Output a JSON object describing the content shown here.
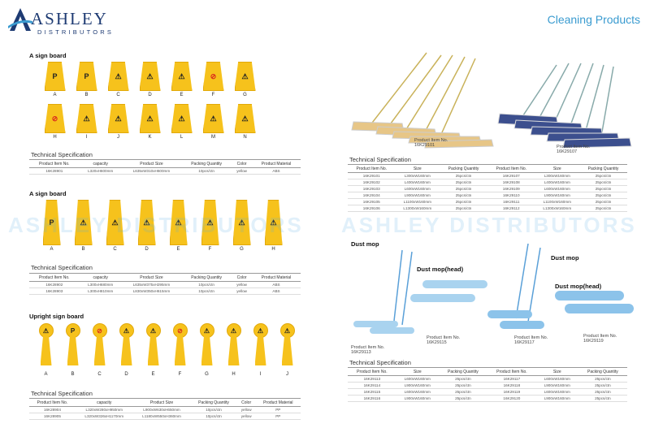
{
  "header": {
    "brand": "ASHLEY",
    "brand_sub": "DISTRIBUTORS",
    "category": "Cleaning Products",
    "watermark": "ASHLEY DISTRIBUTORS"
  },
  "colors": {
    "accent": "#3a9bd0",
    "brand": "#1e3b73",
    "sign_yellow": "#f6c21c"
  },
  "sections": {
    "aboard1": {
      "title": "A sign board",
      "spec_title": "Technical Specification",
      "letters": [
        "A",
        "B",
        "C",
        "D",
        "E",
        "F",
        "G",
        "H",
        "I",
        "J",
        "K",
        "L",
        "M",
        "N"
      ],
      "headers": [
        "Product Item No.",
        "capacity",
        "Product Size",
        "Packing Quantity",
        "Color",
        "Product Material"
      ],
      "rows": [
        [
          "16K28901",
          "L320xH600mm",
          "L635xW310xH600mm",
          "10pcs/ctn",
          "yellow",
          "ABS"
        ]
      ]
    },
    "aboard2": {
      "title": "A sign board",
      "spec_title": "Technical Specification",
      "letters": [
        "A",
        "B",
        "C",
        "D",
        "E",
        "F",
        "G",
        "H"
      ],
      "headers": [
        "Product Item No.",
        "capacity",
        "Product Size",
        "Packing Quantity",
        "Color",
        "Product Material"
      ],
      "rows": [
        [
          "16K28902",
          "L300xH680mm",
          "L635xW375xH295mm",
          "10pcs/ctn",
          "yellow",
          "ABS"
        ],
        [
          "16K28903",
          "L300xH810mm",
          "L830xW350xH615mm",
          "10pcs/ctn",
          "yellow",
          "ABS"
        ]
      ]
    },
    "upright": {
      "title": "Upright sign board",
      "spec_title": "Technical Specification",
      "letters": [
        "A",
        "B",
        "C",
        "D",
        "E",
        "F",
        "G",
        "H",
        "I",
        "J"
      ],
      "headers": [
        "Product Item No.",
        "capacity",
        "Product Size",
        "Packing Quantity",
        "Color",
        "Product Material"
      ],
      "rows": [
        [
          "16K28904",
          "L320xW280xH950mm",
          "L900xW630xH650mm",
          "10pcs/ctn",
          "yellow",
          "PP"
        ],
        [
          "16K28905",
          "L320xW326xH1170mm",
          "L1180xW550xH360mm",
          "10pcs/ctn",
          "yellow",
          "PP"
        ]
      ]
    },
    "mops": {
      "caption_a": "Product Item No.\n16K29101",
      "caption_b": "Product Item No.\n16K29107",
      "spec_title": "Technical Specification",
      "headers": [
        "Product Item No.",
        "Size",
        "Packing Quantity"
      ],
      "rows_left": [
        [
          "16K29101",
          "L300xW160mm",
          "25pcs/ctn"
        ],
        [
          "16K29102",
          "L400xW160mm",
          "25pcs/ctn"
        ],
        [
          "16K29103",
          "L600xW160mm",
          "25pcs/ctn"
        ],
        [
          "16K29104",
          "L900xW160mm",
          "25pcs/ctn"
        ],
        [
          "16K29105",
          "L1100xW160mm",
          "25pcs/ctn"
        ],
        [
          "16K29106",
          "L1300xW160mm",
          "25pcs/ctn"
        ]
      ],
      "rows_right": [
        [
          "16K29107",
          "L300xW160mm",
          "25pcs/ctn"
        ],
        [
          "16K29108",
          "L400xW160mm",
          "25pcs/ctn"
        ],
        [
          "16K29109",
          "L600xW160mm",
          "25pcs/ctn"
        ],
        [
          "16K29110",
          "L900xW160mm",
          "25pcs/ctn"
        ],
        [
          "16K29111",
          "L1100xW160mm",
          "25pcs/ctn"
        ],
        [
          "16K29112",
          "L1300xW160mm",
          "25pcs/ctn"
        ]
      ]
    },
    "dustmop": {
      "title": "Dust mop",
      "title2": "Dust mop",
      "head_title": "Dust mop(head)",
      "head_title2": "Dust mop(head)",
      "cap1": "Product Item No.\n16K29113",
      "cap2": "Product Item No.\n16K29115",
      "cap3": "Product Item No.\n16K29117",
      "cap4": "Product Item No.\n16K29119",
      "spec_title": "Technical Specification",
      "headers": [
        "Product Item No.",
        "Size",
        "Packing Quantity"
      ],
      "rows_left": [
        [
          "16K29113",
          "L600xW160mm",
          "25pcs/ctn"
        ],
        [
          "16K29114",
          "L900xW160mm",
          "25pcs/ctn"
        ],
        [
          "16K29115",
          "L600xW160mm",
          "25pcs/ctn"
        ],
        [
          "16K29116",
          "L900xW160mm",
          "25pcs/ctn"
        ]
      ],
      "rows_right": [
        [
          "16K29117",
          "L600xW160mm",
          "25pcs/ctn"
        ],
        [
          "16K29118",
          "L900xW160mm",
          "25pcs/ctn"
        ],
        [
          "16K29119",
          "L600xW160mm",
          "25pcs/ctn"
        ],
        [
          "16K29120",
          "L900xW160mm",
          "25pcs/ctn"
        ]
      ]
    }
  }
}
